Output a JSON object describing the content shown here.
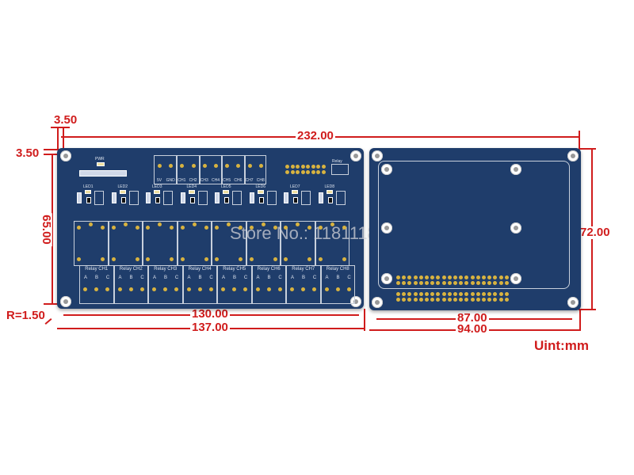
{
  "dimensions": {
    "top_offset": "3.50",
    "left_offset": "3.50",
    "total_width": "232.00",
    "left_height": "65.00",
    "right_height": "72.00",
    "corner_radius": "R=1.50",
    "left_hole_span": "130.00",
    "left_width": "137.00",
    "right_hole_span": "87.00",
    "right_width": "94.00",
    "unit": "Uint:mm"
  },
  "board": {
    "power_label": "PWR",
    "relay_icon_label": "Relay",
    "input_terminals": [
      "5V",
      "GND",
      "CH1",
      "CH2",
      "CH3",
      "CH4",
      "CH5",
      "CH6",
      "CH7",
      "CH8"
    ],
    "leds": [
      "LED1",
      "LED2",
      "LED3",
      "LED4",
      "LED5",
      "LED6",
      "LED7",
      "LED8"
    ],
    "relay_channels": [
      "Relay CH1",
      "Relay CH2",
      "Relay CH3",
      "Relay CH4",
      "Relay CH5",
      "Relay CH6",
      "Relay CH7",
      "Relay CH8"
    ],
    "contacts": [
      "A",
      "B",
      "C"
    ]
  },
  "watermark": "Store No.: 1181118",
  "colors": {
    "dimension": "#d01c1c",
    "pcb": "#1f3d6b",
    "pad": "#d8b340"
  }
}
